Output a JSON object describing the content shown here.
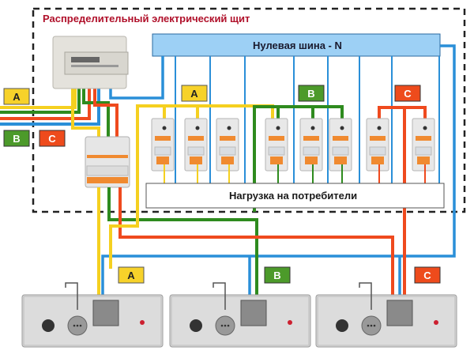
{
  "diagram": {
    "title": "Распределительный электрический щит",
    "neutral_bus_label": "Нулевая шина - N",
    "load_label": "Нагрузка на потребители",
    "colors": {
      "phase_a": "#f5d020",
      "phase_b": "#2e8b1e",
      "phase_c": "#ef4a1e",
      "neutral": "#2a8fd8",
      "bus_fill": "#9dd0f5",
      "panel_border": "#222222",
      "label_a_bg": "#f7d22a",
      "label_b_bg": "#4c9a2a",
      "label_c_bg": "#ee4b1c"
    },
    "phase_labels": {
      "input": [
        {
          "id": "A",
          "text": "A"
        },
        {
          "id": "B",
          "text": "B"
        },
        {
          "id": "C",
          "text": "C"
        }
      ],
      "panel_groups": [
        {
          "id": "A",
          "text": "A"
        },
        {
          "id": "B",
          "text": "B"
        },
        {
          "id": "C",
          "text": "C"
        }
      ],
      "stabilizers": [
        {
          "id": "A",
          "text": "A"
        },
        {
          "id": "B",
          "text": "B"
        },
        {
          "id": "C",
          "text": "C"
        }
      ]
    },
    "components": {
      "meter": "three-phase-electric-meter",
      "main_breaker": "three-pole-circuit-breaker",
      "group_breakers": {
        "A": 3,
        "B": 3,
        "C": 2
      },
      "stabilizers": 3
    }
  }
}
